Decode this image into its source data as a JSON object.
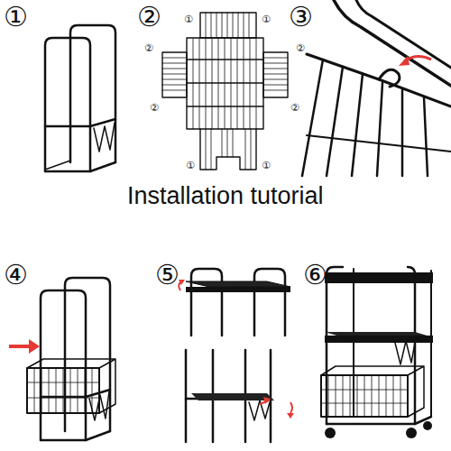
{
  "diagram": {
    "title": "Installation tutorial",
    "labels": [
      "①",
      "②",
      "③",
      "④",
      "⑤",
      "⑥",
      "①",
      "①",
      "②",
      "②",
      "②",
      "②",
      "①",
      "①"
    ]
  }
}
